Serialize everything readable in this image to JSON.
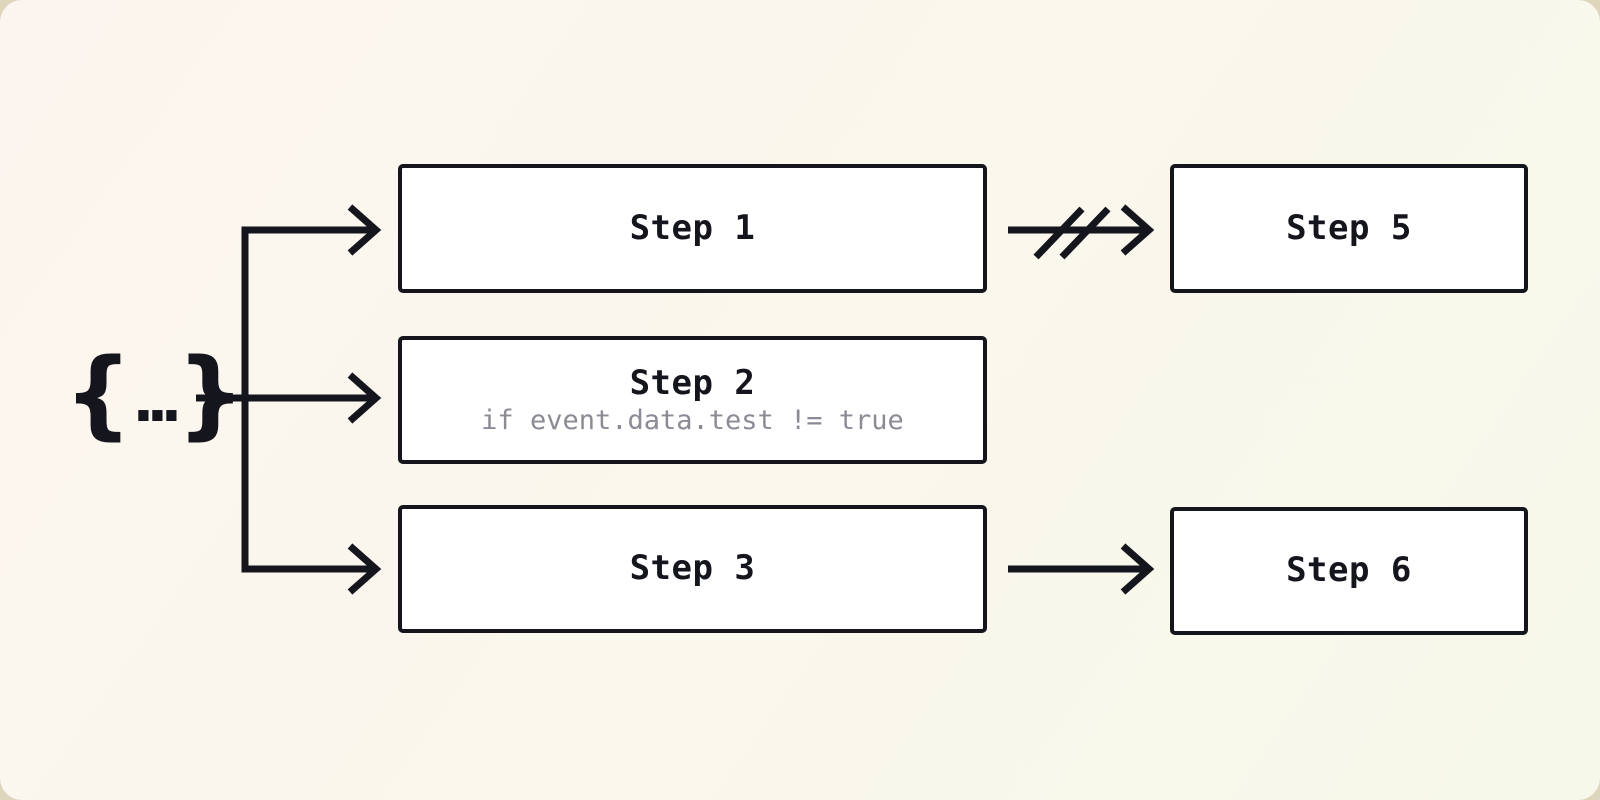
{
  "diagram": {
    "source": {
      "brace_open": "{",
      "dots": "...",
      "brace_close": "}",
      "label": "{...}"
    },
    "nodes": {
      "step1": {
        "label": "Step 1"
      },
      "step2": {
        "label": "Step 2",
        "condition": "if event.data.test != true"
      },
      "step3": {
        "label": "Step 3"
      },
      "step5": {
        "label": "Step 5"
      },
      "step6": {
        "label": "Step 6"
      }
    },
    "edges": [
      {
        "from": "source",
        "to": "step1",
        "style": "arrow"
      },
      {
        "from": "source",
        "to": "step2",
        "style": "arrow"
      },
      {
        "from": "source",
        "to": "step3",
        "style": "arrow"
      },
      {
        "from": "step1",
        "to": "step5",
        "style": "arrow-cancelled"
      },
      {
        "from": "step3",
        "to": "step6",
        "style": "arrow"
      }
    ],
    "colors": {
      "ink": "#15151e",
      "node_fill": "#ffffff",
      "node_border": "#15151e",
      "muted_text": "#8b8b96",
      "bg_warm": "#fcf5ef",
      "bg_mid": "#faf7ec",
      "bg_cool": "#f6f8ea",
      "page": "#ddd5bc"
    }
  }
}
